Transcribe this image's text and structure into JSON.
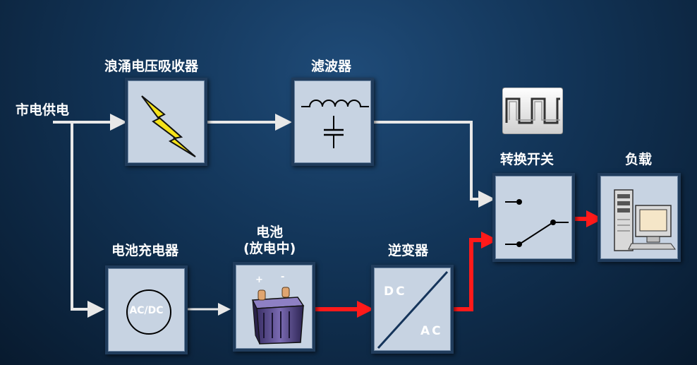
{
  "labels": {
    "mains": "市电供电",
    "surge": "浪涌电压吸收器",
    "filter": "滤波器",
    "switch": "转换开关",
    "load": "负载",
    "charger": "电池充电器",
    "battery_line1": "电池",
    "battery_line2": "(放电中)",
    "inverter": "逆变器"
  },
  "charger_text": "AC/DC",
  "inverter_text": {
    "dc": "DC",
    "ac": "AC"
  },
  "battery_terminals": {
    "plus": "+",
    "minus": "-"
  },
  "colors": {
    "box_fill": "#c7d3e2",
    "white_wire": "#e8e8e8",
    "red_wire": "#ff1a1a",
    "lightning": "#f5e21a"
  }
}
